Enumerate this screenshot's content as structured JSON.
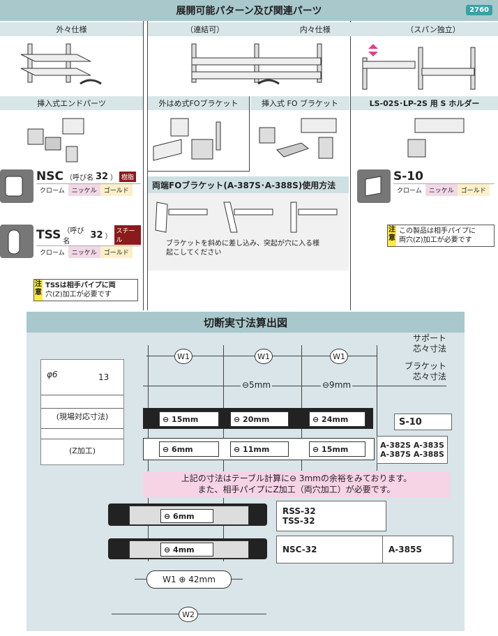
{
  "header": {
    "title": "展開可能パターン及び関連パーツ",
    "page_no": "2760"
  },
  "patterns": {
    "outer": "外々仕様",
    "renketsu": "（連結可）",
    "inner": "内々仕様",
    "span": "（スパン独立）"
  },
  "sections": {
    "insert_end": "挿入式エンドパーツ",
    "outer_fo": "外はめ式FOブラケット",
    "insert_fo": "挿入式 FO ブラケット",
    "ls_holder": "LS-02S･LP-2S 用 S ホルダー"
  },
  "products": {
    "nsc": {
      "name": "NSC",
      "spec_pre": "（呼び名",
      "spec_num": "32",
      "spec_post": "）",
      "tag": "樹脂",
      "colors": [
        "クローム",
        "ニッケル",
        "ゴールド"
      ]
    },
    "tss": {
      "name": "TSS",
      "spec_pre": "（呼び名",
      "spec_num": "32",
      "spec_post": "）",
      "tag": "スチール",
      "colors": [
        "クローム",
        "ニッケル",
        "ゴールド"
      ]
    },
    "s10": {
      "name": "S-10",
      "colors": [
        "クローム",
        "ニッケル",
        "ゴールド"
      ]
    }
  },
  "notes": {
    "label1": "注",
    "label2": "意",
    "tss_line1": "TSSは相手パイプに両",
    "tss_line2": "穴(Z)加工が必要です",
    "s10_line1": "この製品は相手パイプに",
    "s10_line2": "両穴(Z)加工が必要です"
  },
  "usage": {
    "title": "両端FOブラケット(A-387S･A-388S)使用方法",
    "desc_line1": "ブラケットを斜めに差し込み、突起が穴に入る様",
    "desc_line2": "起こしてください"
  },
  "cut": {
    "title": "切断実寸法算出図",
    "support_l1": "サポート",
    "support_l2": "芯々寸法",
    "bracket_l1": "ブラケット",
    "bracket_l2": "芯々寸法",
    "w1": "W1",
    "w2": "W2",
    "minus5": "⊖5mm",
    "minus9": "⊖9mm",
    "phi": "φ6",
    "dim13": "13",
    "onsite": "(現場対応寸法)",
    "zproc": "(Z加工)",
    "dims": {
      "d15": "⊖ 15mm",
      "d20": "⊖ 20mm",
      "d24": "⊖ 24mm",
      "d6a": "⊖ 6mm",
      "d11": "⊖ 11mm",
      "d15b": "⊖ 15mm",
      "d6b": "⊖ 6mm",
      "d4": "⊖ 4mm"
    },
    "labels": {
      "s10": "S-10",
      "a382": "A-382S  A-383S",
      "a387": "A-387S  A-388S",
      "rss": "RSS-32",
      "tss": "TSS-32",
      "nsc": "NSC-32",
      "a385": "A-385S"
    },
    "note_line1": "上記の寸法はテーブル計算に⊖ 3mmの余裕をみております。",
    "note_line2": "また、相手パイプにZ加工（両穴加工）が必要です。",
    "w1_plus": "W1 ⊕ 42mm"
  }
}
